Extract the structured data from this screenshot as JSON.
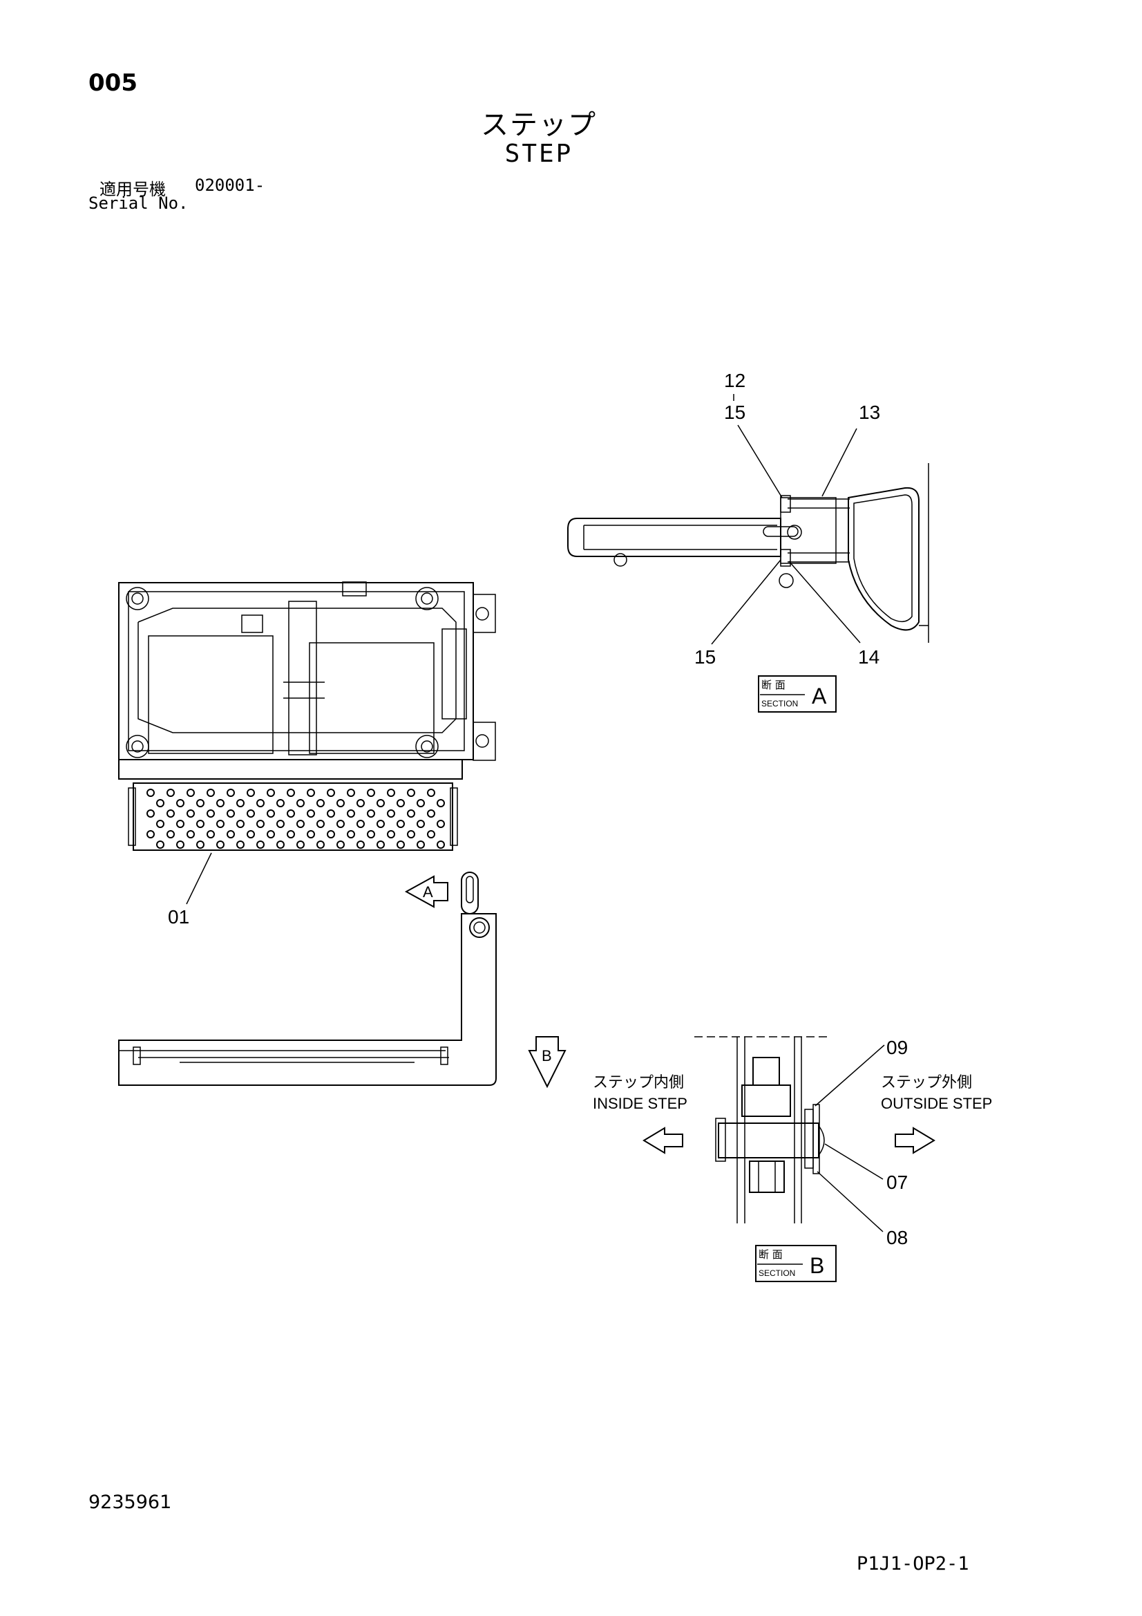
{
  "header": {
    "page_number": "005",
    "title_jp": "ステップ",
    "title_en": "STEP",
    "serial_jp_label": "適用号機",
    "serial_value": "020001-",
    "serial_en_label": "Serial No."
  },
  "callouts": {
    "c01": "01",
    "c07": "07",
    "c08": "08",
    "c09": "09",
    "c12": "12",
    "c13": "13",
    "c14": "14",
    "c15_top": "15",
    "c15_bottom": "15"
  },
  "section_a": {
    "jp": "断 面",
    "en": "SECTION",
    "letter": "A"
  },
  "section_b": {
    "jp": "断 面",
    "en": "SECTION",
    "letter": "B"
  },
  "view_arrows": {
    "a": "A",
    "b": "B"
  },
  "sides": {
    "inside_jp": "ステップ内側",
    "inside_en": "INSIDE STEP",
    "outside_jp": "ステップ外側",
    "outside_en": "OUTSIDE STEP"
  },
  "footer": {
    "doc_number": "9235961",
    "page_code": "P1J1-OP2-1"
  }
}
